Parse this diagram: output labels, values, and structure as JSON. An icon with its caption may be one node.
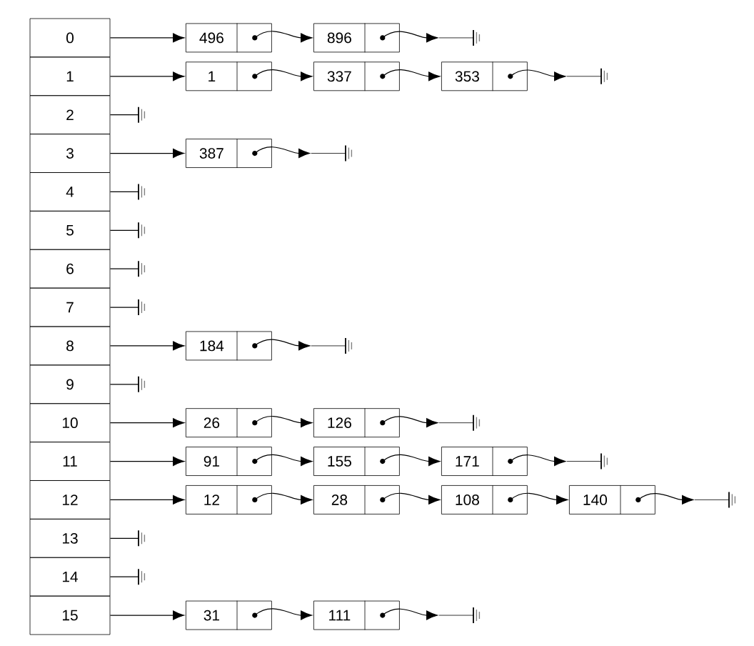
{
  "diagram": {
    "nodes": [
      {
        "text": [
          "0"
        ]
      },
      {
        "text": [
          "496"
        ]
      },
      {
        "text": [
          "896"
        ]
      },
      {
        "text": [],
        "shape": "bar"
      },
      {
        "text": [
          "1"
        ]
      },
      {
        "text": [
          "1"
        ]
      },
      {
        "text": [
          "337"
        ]
      },
      {
        "text": [
          "353"
        ]
      },
      {
        "text": [],
        "shape": "bar"
      },
      {
        "text": [
          "2"
        ]
      },
      {
        "text": [],
        "shape": "bar"
      },
      {
        "text": [
          "3"
        ]
      },
      {
        "text": [
          "387"
        ]
      },
      {
        "text": [],
        "shape": "bar"
      },
      {
        "text": [
          "4"
        ]
      },
      {
        "text": [],
        "shape": "bar"
      },
      {
        "text": [
          "5"
        ]
      },
      {
        "text": [],
        "shape": "bar"
      },
      {
        "text": [
          "6"
        ]
      },
      {
        "text": [],
        "shape": "bar"
      },
      {
        "text": [
          "7"
        ]
      },
      {
        "text": [],
        "shape": "bar"
      },
      {
        "text": [
          "8"
        ]
      },
      {
        "text": [
          "184"
        ]
      },
      {
        "text": [],
        "shape": "bar"
      },
      {
        "text": [
          "9"
        ]
      },
      {
        "text": [],
        "shape": "bar"
      },
      {
        "text": [
          "10"
        ]
      },
      {
        "text": [
          "26"
        ]
      },
      {
        "text": [
          "126"
        ]
      },
      {
        "text": [],
        "shape": "bar"
      },
      {
        "text": [
          "11"
        ]
      },
      {
        "text": [
          "91"
        ]
      },
      {
        "text": [
          "155"
        ]
      },
      {
        "text": [
          "171"
        ]
      },
      {
        "text": [],
        "shape": "bar"
      },
      {
        "text": [
          "12"
        ]
      },
      {
        "text": [
          "12"
        ]
      },
      {
        "text": [
          "28"
        ]
      },
      {
        "text": [
          "108"
        ]
      },
      {
        "text": [
          "140"
        ]
      },
      {
        "text": [],
        "shape": "bar"
      },
      {
        "text": [
          "13"
        ]
      },
      {
        "text": [],
        "shape": "bar"
      },
      {
        "text": [
          "14"
        ]
      },
      {
        "text": [],
        "shape": "bar"
      },
      {
        "text": [
          "15"
        ]
      },
      {
        "text": [
          "31"
        ]
      },
      {
        "text": [
          "111"
        ]
      },
      {
        "text": [],
        "shape": "bar"
      }
    ],
    "edges": [
      {
        "from": 0,
        "to": 1,
        "arrow": "to"
      },
      {
        "from": 1,
        "to": 2,
        "arrow": "to"
      },
      {
        "from": 2,
        "to": 3,
        "arrow": "to"
      },
      {
        "from": 4,
        "to": 5,
        "arrow": "to"
      },
      {
        "from": 5,
        "to": 6,
        "arrow": "to"
      },
      {
        "from": 6,
        "to": 7,
        "arrow": "to"
      },
      {
        "from": 7,
        "to": 8,
        "arrow": "to"
      },
      {
        "from": 9,
        "to": 10,
        "arrow": "none"
      },
      {
        "from": 11,
        "to": 12,
        "arrow": "to"
      },
      {
        "from": 12,
        "to": 13,
        "arrow": "to"
      },
      {
        "from": 14,
        "to": 15,
        "arrow": "none"
      },
      {
        "from": 16,
        "to": 17,
        "arrow": "none"
      },
      {
        "from": 18,
        "to": 19,
        "arrow": "none"
      },
      {
        "from": 20,
        "to": 21,
        "arrow": "none"
      },
      {
        "from": 22,
        "to": 23,
        "arrow": "to"
      },
      {
        "from": 23,
        "to": 24,
        "arrow": "to"
      },
      {
        "from": 25,
        "to": 26,
        "arrow": "none"
      },
      {
        "from": 27,
        "to": 28,
        "arrow": "to"
      },
      {
        "from": 28,
        "to": 29,
        "arrow": "to"
      },
      {
        "from": 29,
        "to": 30,
        "arrow": "to"
      },
      {
        "from": 31,
        "to": 32,
        "arrow": "to"
      },
      {
        "from": 32,
        "to": 33,
        "arrow": "to"
      },
      {
        "from": 33,
        "to": 34,
        "arrow": "to"
      },
      {
        "from": 34,
        "to": 35,
        "arrow": "to"
      },
      {
        "from": 36,
        "to": 37,
        "arrow": "to"
      },
      {
        "from": 37,
        "to": 38,
        "arrow": "to"
      },
      {
        "from": 38,
        "to": 39,
        "arrow": "to"
      },
      {
        "from": 39,
        "to": 40,
        "arrow": "to"
      },
      {
        "from": 40,
        "to": 41,
        "arrow": "to"
      },
      {
        "from": 42,
        "to": 43,
        "arrow": "none"
      },
      {
        "from": 44,
        "to": 45,
        "arrow": "none"
      },
      {
        "from": 46,
        "to": 47,
        "arrow": "to"
      },
      {
        "from": 47,
        "to": 48,
        "arrow": "to"
      },
      {
        "from": 48,
        "to": 49,
        "arrow": "to"
      }
    ]
  }
}
